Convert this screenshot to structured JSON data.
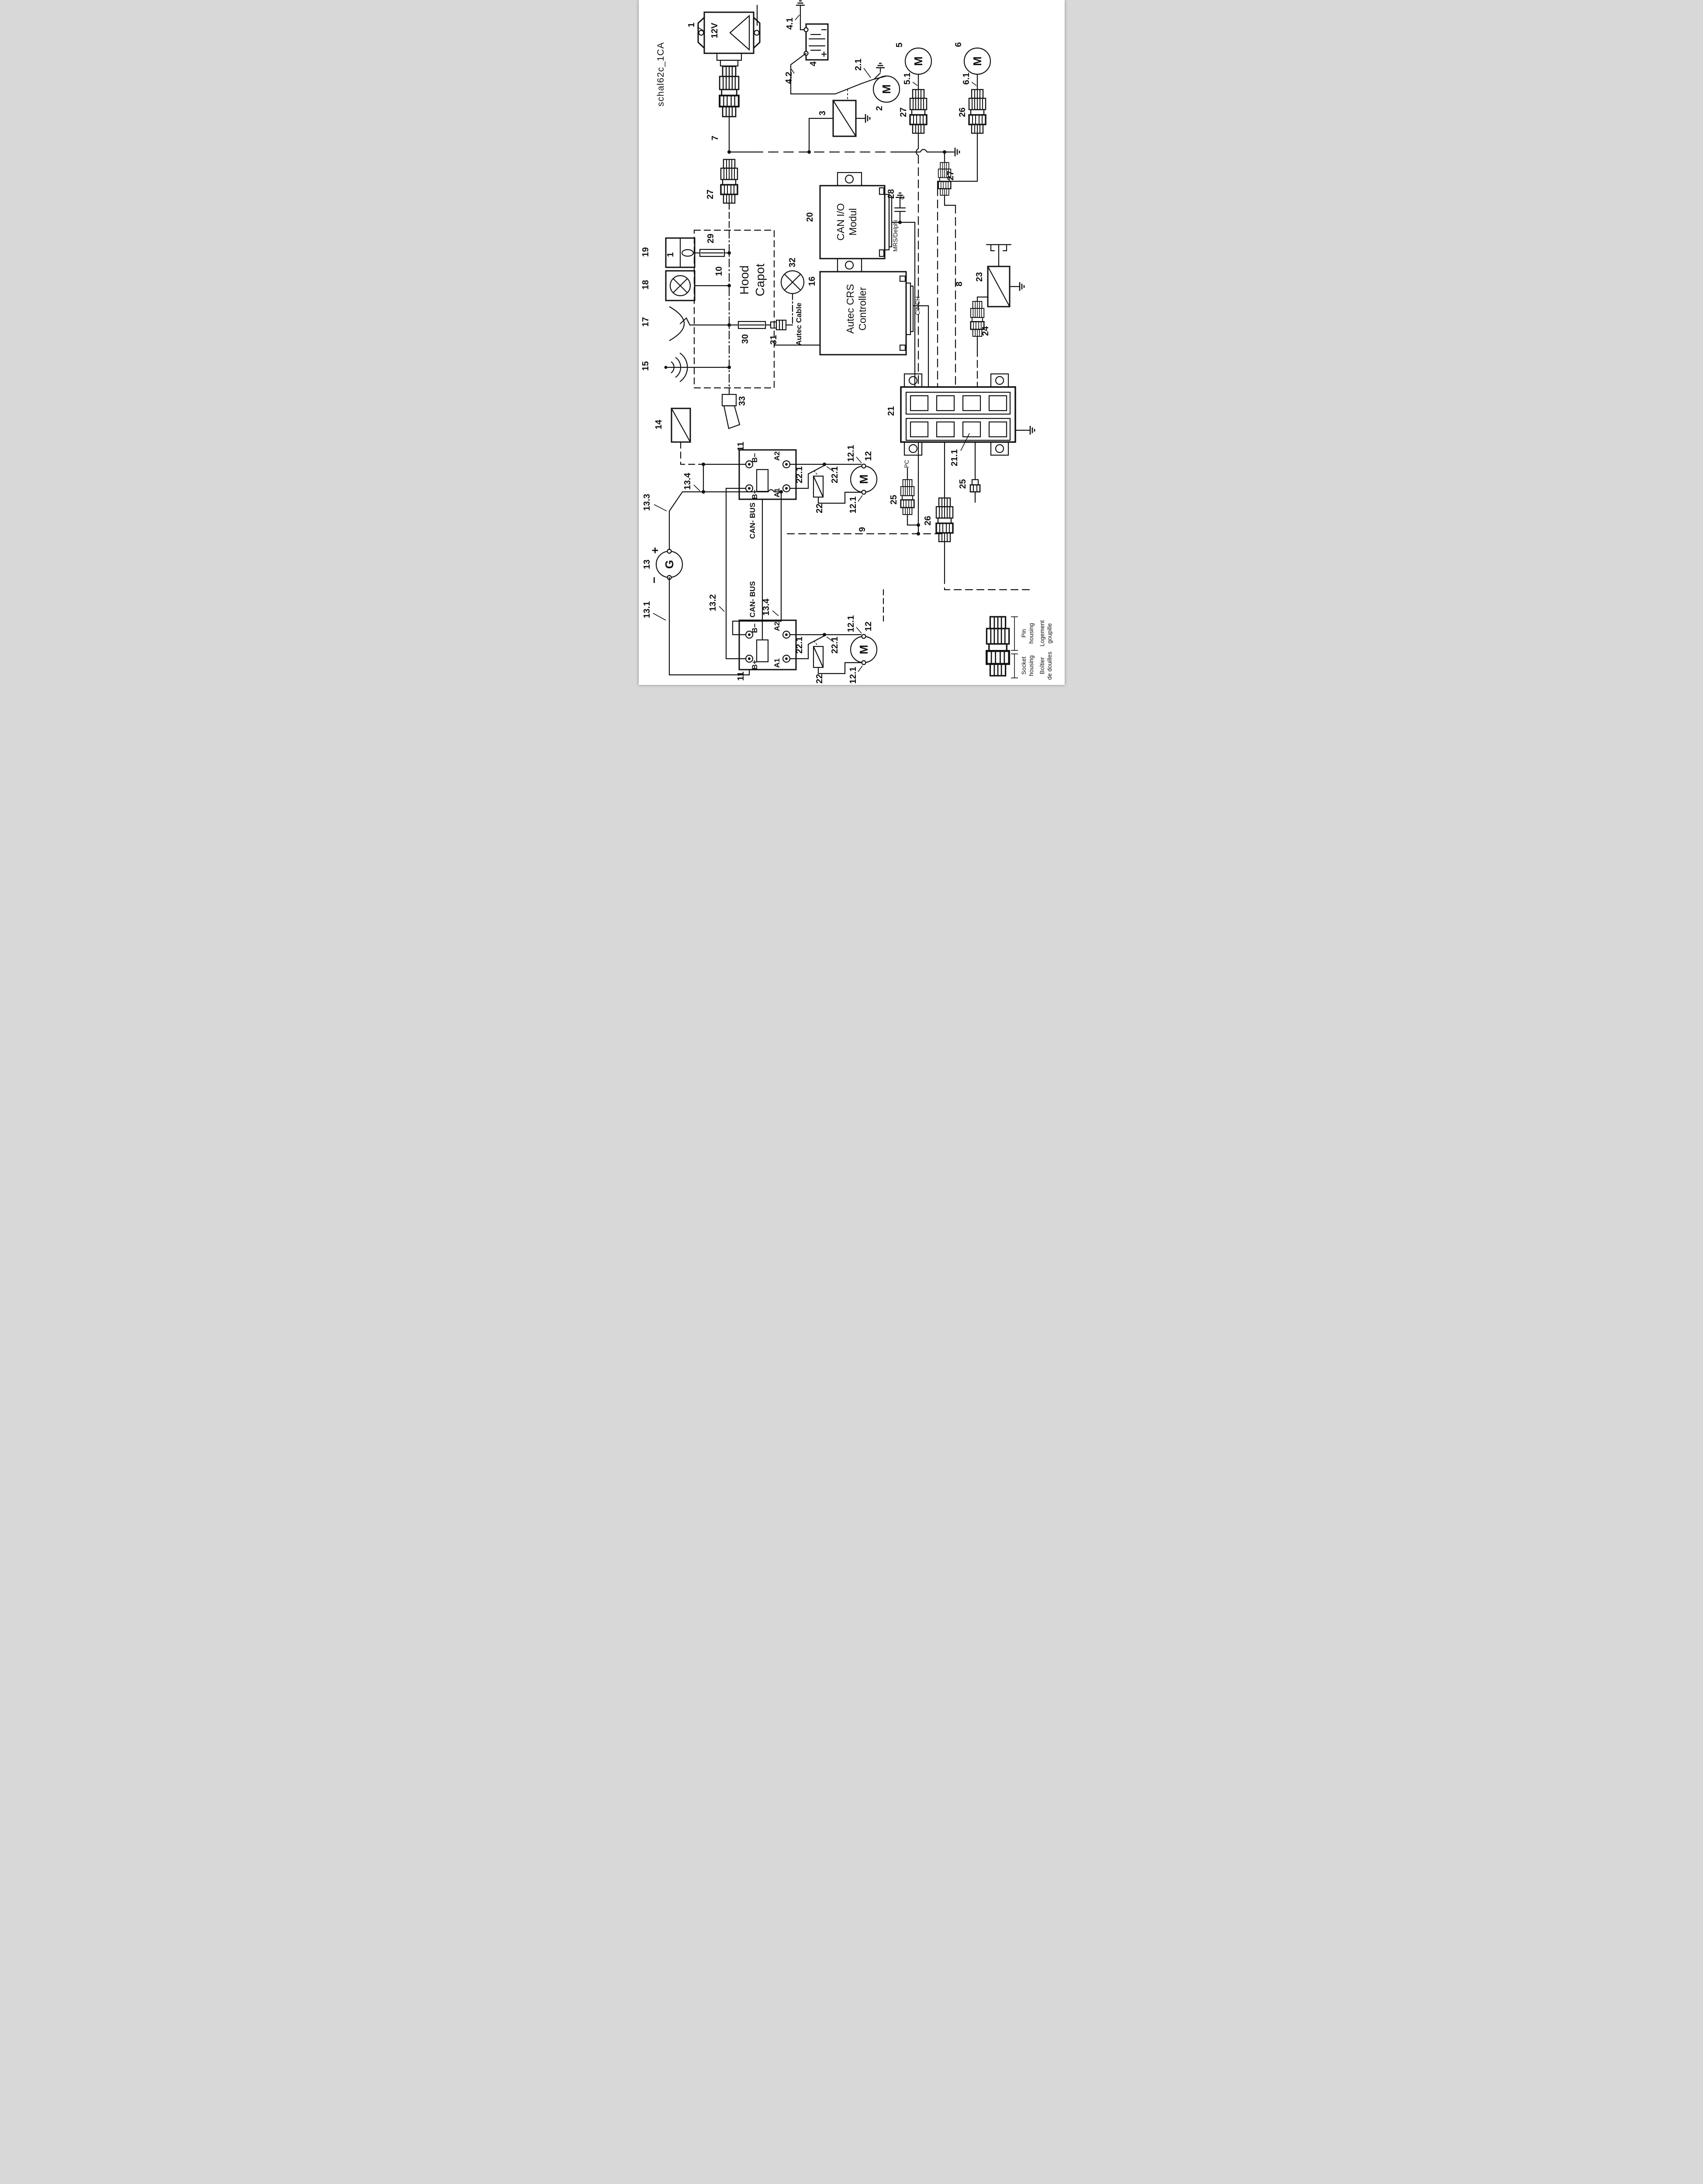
{
  "sheet_code": "schal62c_1CA",
  "colors": {
    "ink": "#111111",
    "background": "#ffffff"
  },
  "texts": {
    "flasher_voltage": "12V",
    "can_io_1": "CAN I/O",
    "can_io_2": "Modul",
    "mrs": "MRS/Delphi",
    "ctrl_1": "Autec CRS",
    "ctrl_2": "Controller",
    "cinch": "CINCH",
    "hood_1": "Hood",
    "hood_2": "Capot",
    "autec_cable": "Autec Cable",
    "can_bus": "CAN- BUS",
    "pc": "PC",
    "cap_c": "C",
    "motor": "M",
    "generator": "G",
    "plus": "+",
    "minus": "−",
    "switch_on": "1"
  },
  "refs": {
    "n1": "1",
    "n2": "2",
    "n2_1": "2.1",
    "n3": "3",
    "n4": "4",
    "n4_1": "4.1",
    "n4_2": "4.2",
    "n5": "5",
    "n5_1": "5.1",
    "n6": "6",
    "n6_1": "6.1",
    "n7": "7",
    "n8": "8",
    "n9": "9",
    "n10": "10",
    "n11": "11",
    "n12": "12",
    "n12_1": "12.1",
    "n13": "13",
    "n13_1": "13.1",
    "n13_2": "13.2",
    "n13_3": "13.3",
    "n13_4": "13.4",
    "n14": "14",
    "n15": "15",
    "n16": "16",
    "n17": "17",
    "n18": "18",
    "n19": "19",
    "n20": "20",
    "n21": "21",
    "n21_1": "21.1",
    "n22": "22",
    "n22_1": "22.1",
    "n23": "23",
    "n24": "24",
    "n25": "25",
    "n26": "26",
    "n27": "27",
    "n28": "28",
    "n29": "29",
    "n30": "30",
    "n31": "31",
    "n32": "32",
    "n33": "33"
  },
  "terminals": {
    "bminus": "B−",
    "bplus": "B+",
    "a1": "A1",
    "a2": "A2"
  },
  "legend": {
    "pin_1": "Pin",
    "pin_2": "housing",
    "socket_1": "Socket",
    "socket_2": "housing",
    "log_1": "Logement",
    "log_2": "goupille",
    "boit_1": "Boîtier",
    "boit_2": "de douilles"
  }
}
